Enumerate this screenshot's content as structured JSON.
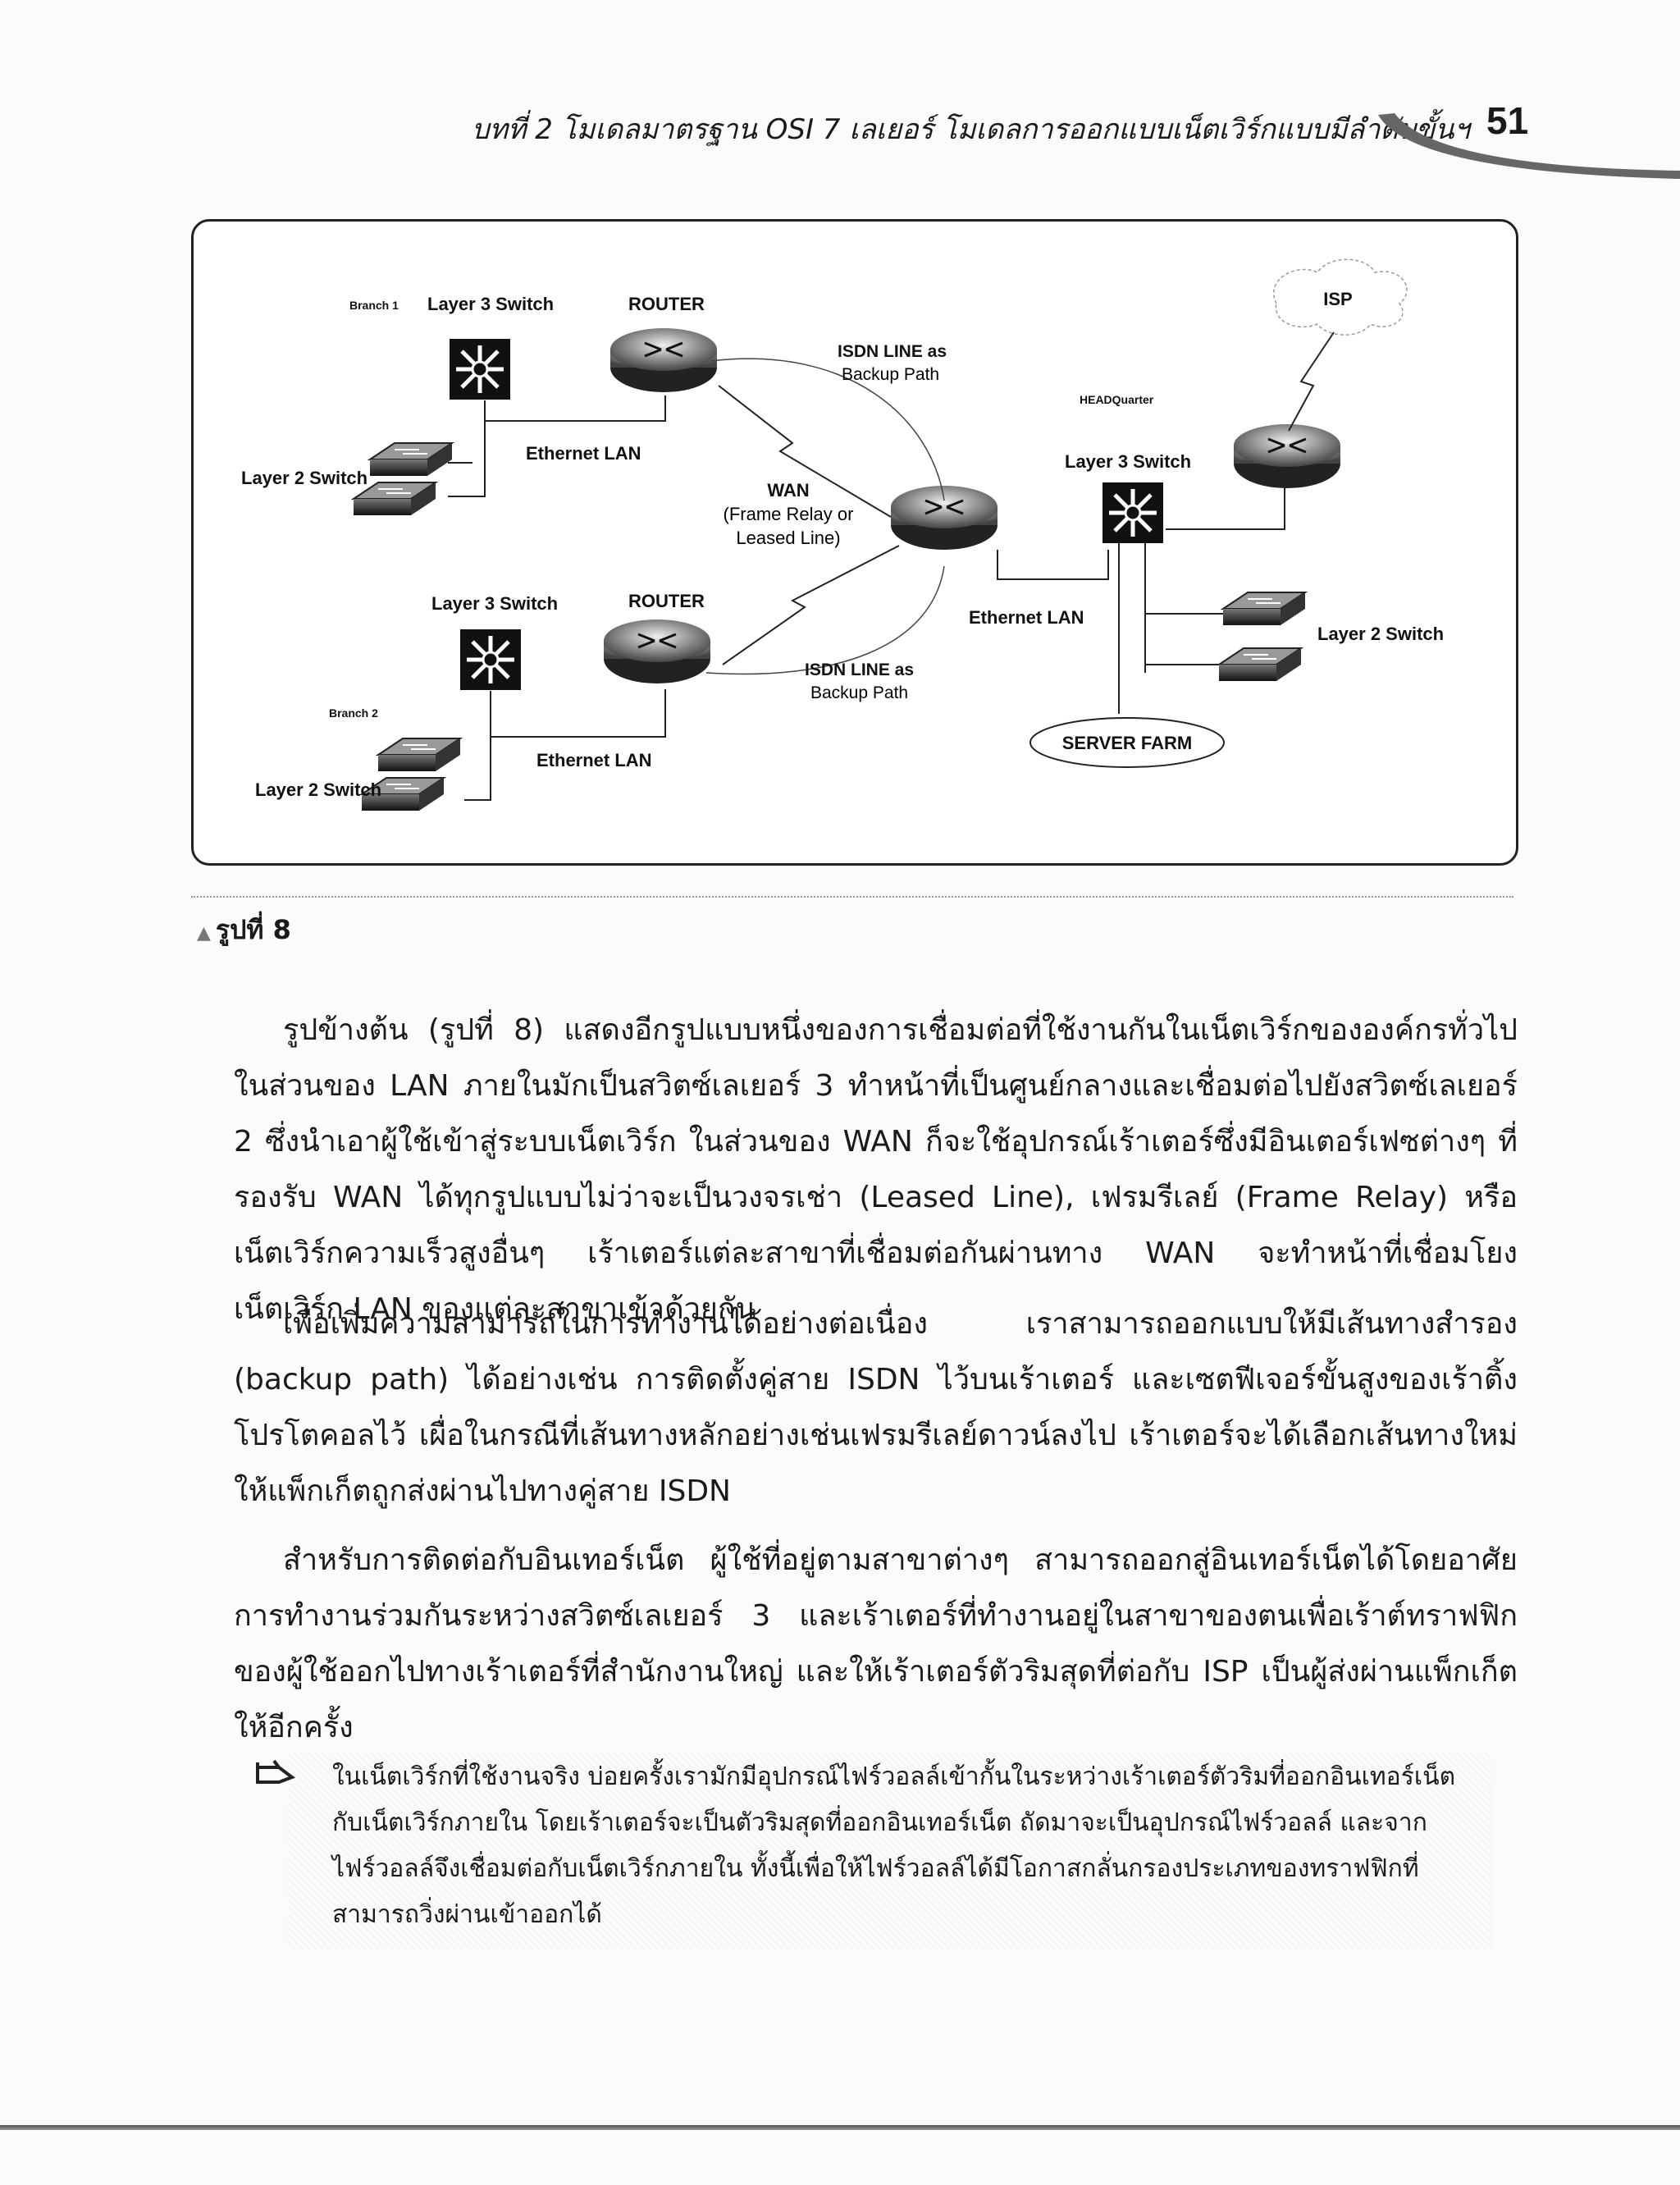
{
  "header": {
    "chapter_title": "บทที่ 2  โมเดลมาตรฐาน OSI 7 เลเยอร์ โมเดลการออกแบบเน็ตเวิร์กแบบมีลำดับขั้นฯ",
    "page_number": "51"
  },
  "figure": {
    "branch1": {
      "name": "Branch 1",
      "l3_label": "Layer 3 Switch",
      "router_label": "ROUTER",
      "lan_label": "Ethernet LAN",
      "l2_label": "Layer 2 Switch"
    },
    "branch2": {
      "name": "Branch 2",
      "l3_label": "Layer 3 Switch",
      "router_label": "ROUTER",
      "lan_label": "Ethernet LAN",
      "l2_label": "Layer 2 Switch"
    },
    "isdn_top": [
      "ISDN LINE as",
      "Backup Path"
    ],
    "isdn_bottom": [
      "ISDN LINE as",
      "Backup Path"
    ],
    "wan": [
      "WAN",
      "(Frame Relay or",
      "Leased Line)"
    ],
    "hq": {
      "name": "HEADQuarter",
      "l3_label": "Layer 3 Switch",
      "lan_label": "Ethernet LAN",
      "l2_label": "Layer 2 Switch",
      "server_farm": "SERVER FARM",
      "isp": "ISP"
    }
  },
  "caption": "รูปที่ 8",
  "paragraphs": [
    "รูปข้างต้น (รูปที่ 8) แสดงอีกรูปแบบหนึ่งของการเชื่อมต่อที่ใช้งานกันในเน็ตเวิร์กขององค์กรทั่วไป ในส่วนของ LAN ภายในมักเป็นสวิตซ์เลเยอร์ 3 ทำหน้าที่เป็นศูนย์กลางและเชื่อมต่อไปยังสวิตซ์เลเยอร์ 2 ซึ่งนำเอาผู้ใช้เข้าสู่ระบบเน็ตเวิร์ก ในส่วนของ WAN ก็จะใช้อุปกรณ์เร้าเตอร์ซึ่งมีอินเตอร์เฟซต่างๆ ที่รองรับ WAN ได้ทุกรูปแบบไม่ว่าจะเป็นวงจรเช่า (Leased Line), เฟรมรีเลย์ (Frame Relay) หรือเน็ตเวิร์กความเร็วสูงอื่นๆ เร้าเตอร์แต่ละสาขาที่เชื่อมต่อกันผ่านทาง WAN จะทำหน้าที่เชื่อมโยงเน็ตเวิร์ก LAN ของแต่ละสาขาเข้าด้วยกัน",
    "เพื่อเพิ่มความสามารถในการทำงานได้อย่างต่อเนื่อง เราสามารถออกแบบให้มีเส้นทางสำรอง (backup path) ได้อย่างเช่น การติดตั้งคู่สาย ISDN ไว้บนเร้าเตอร์ และเซตฟีเจอร์ขั้นสูงของเร้าติ้งโปรโตคอลไว้ เผื่อในกรณีที่เส้นทางหลักอย่างเช่นเฟรมรีเลย์ดาวน์ลงไป เร้าเตอร์จะได้เลือกเส้นทางใหม่ให้แพ็กเก็ตถูกส่งผ่านไปทางคู่สาย ISDN",
    "สำหรับการติดต่อกับอินเทอร์เน็ต ผู้ใช้ที่อยู่ตามสาขาต่างๆ สามารถออกสู่อินเทอร์เน็ตได้โดยอาศัยการทำงานร่วมกันระหว่างสวิตซ์เลเยอร์ 3 และเร้าเตอร์ที่ทำงานอยู่ในสาขาของตนเพื่อเร้าต์ทราฟฟิกของผู้ใช้ออกไปทางเร้าเตอร์ที่สำนักงานใหญ่ และให้เร้าเตอร์ตัวริมสุดที่ต่อกับ ISP เป็นผู้ส่งผ่านแพ็กเก็ตให้อีกครั้ง"
  ],
  "note": "ในเน็ตเวิร์กที่ใช้งานจริง บ่อยครั้งเรามักมีอุปกรณ์ไฟร์วอลล์เข้ากั้นในระหว่างเร้าเตอร์ตัวริมที่ออกอินเทอร์เน็ตกับเน็ตเวิร์กภายใน โดยเร้าเตอร์จะเป็นตัวริมสุดที่ออกอินเทอร์เน็ต ถัดมาจะเป็นอุปกรณ์ไฟร์วอลล์ และจากไฟร์วอลล์จึงเชื่อมต่อกับเน็ตเวิร์กภายใน ทั้งนี้เพื่อให้ไฟร์วอลล์ได้มีโอกาสกลั่นกรองประเภทของทราฟฟิกที่สามารถวิ่งผ่านเข้าออกได้"
}
